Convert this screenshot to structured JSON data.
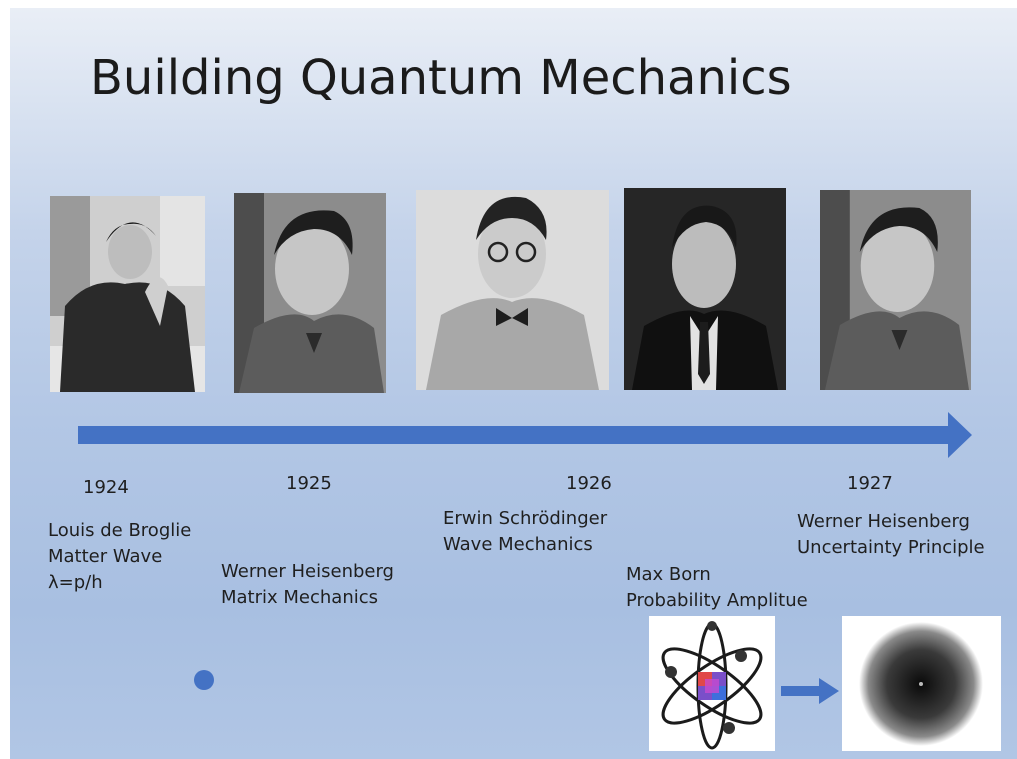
{
  "slide": {
    "title": "Building Quantum Mechanics"
  },
  "portraits": [
    {
      "name": "Louis de Broglie"
    },
    {
      "name": "Werner Heisenberg"
    },
    {
      "name": "Erwin Schrödinger"
    },
    {
      "name": "Max Born"
    },
    {
      "name": "Werner Heisenberg"
    }
  ],
  "timeline": {
    "years": [
      "1924",
      "1925",
      "1926",
      "1927"
    ],
    "events": [
      {
        "lines": [
          "Louis de Broglie",
          "Matter Wave",
          "λ=p/h"
        ]
      },
      {
        "lines": [
          "Werner Heisenberg",
          "Matrix Mechanics"
        ]
      },
      {
        "lines": [
          "Erwin Schrödinger",
          "Wave Mechanics"
        ]
      },
      {
        "lines": [
          "Max Born",
          "Probability Amplitue"
        ]
      },
      {
        "lines": [
          "Werner Heisenberg",
          "Uncertainty Principle"
        ]
      }
    ]
  },
  "colors": {
    "accent": "#4472c4",
    "title_text": "#1b1b1b"
  }
}
